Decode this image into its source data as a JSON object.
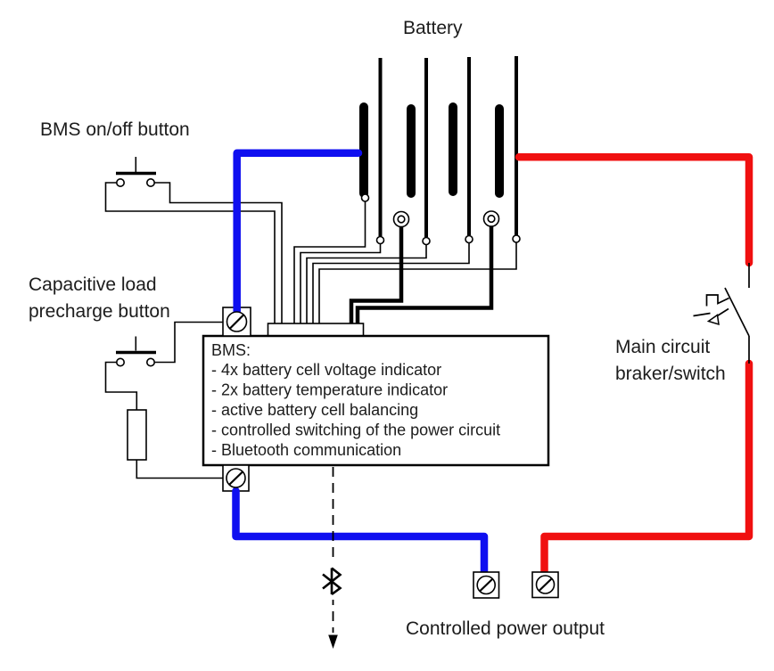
{
  "labels": {
    "battery": "Battery",
    "bms_onoff_button": "BMS on/off button",
    "precharge_button_line1": "Capacitive load",
    "precharge_button_line2": "precharge button",
    "main_breaker_line1": "Main circuit",
    "main_breaker_line2": "braker/switch",
    "controlled_output": "Controlled power output"
  },
  "bms_box": {
    "title": "BMS:",
    "features": [
      "- 4x battery cell voltage indicator",
      "- 2x battery temperature indicator",
      "- active battery cell balancing",
      "- controlled switching of the power circuit",
      "- Bluetooth communication"
    ]
  },
  "wire_colors": {
    "negative": "#0f0ff0",
    "positive": "#f01010"
  },
  "icons": {
    "bluetooth": "bluetooth-rune",
    "screw_terminal": "circle-with-diagonal-slot",
    "temperature_sensor": "double-circle",
    "push_button": "normally-open-pushbutton",
    "breaker": "disconnector-with-trip-arrow"
  },
  "battery": {
    "cell_count": 4,
    "temperature_sensor_count": 2
  }
}
